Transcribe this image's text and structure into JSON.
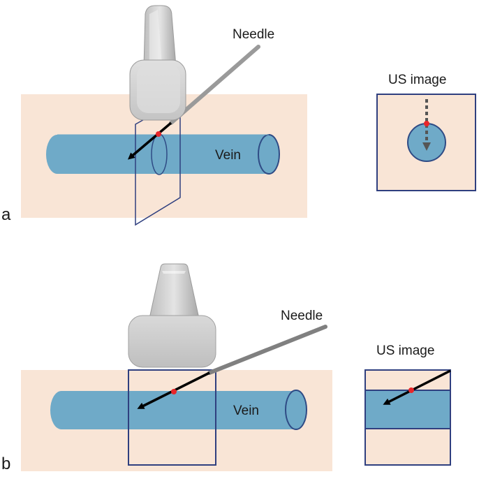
{
  "colors": {
    "tissue": "#f9e5d6",
    "vein": "#6faac8",
    "vein_stroke": "#2f4b85",
    "frame_stroke": "#2f3f7f",
    "needle_shaft": "#9a9a9a",
    "needle_tip": "#000000",
    "contact_point": "#e8262a",
    "probe_body": "#d2d2d2",
    "probe_edge": "#9a9a9a",
    "dotted_arrow": "#555555"
  },
  "icons": {
    "probe_a": "ultrasound-probe-icon",
    "probe_b": "ultrasound-probe-icon"
  },
  "panel_a": {
    "letter": "a",
    "needle_label": "Needle",
    "vein_label": "Vein",
    "us_image_label": "US image"
  },
  "panel_b": {
    "letter": "b",
    "needle_label": "Needle",
    "vein_label": "Vein",
    "us_image_label": "US image"
  }
}
